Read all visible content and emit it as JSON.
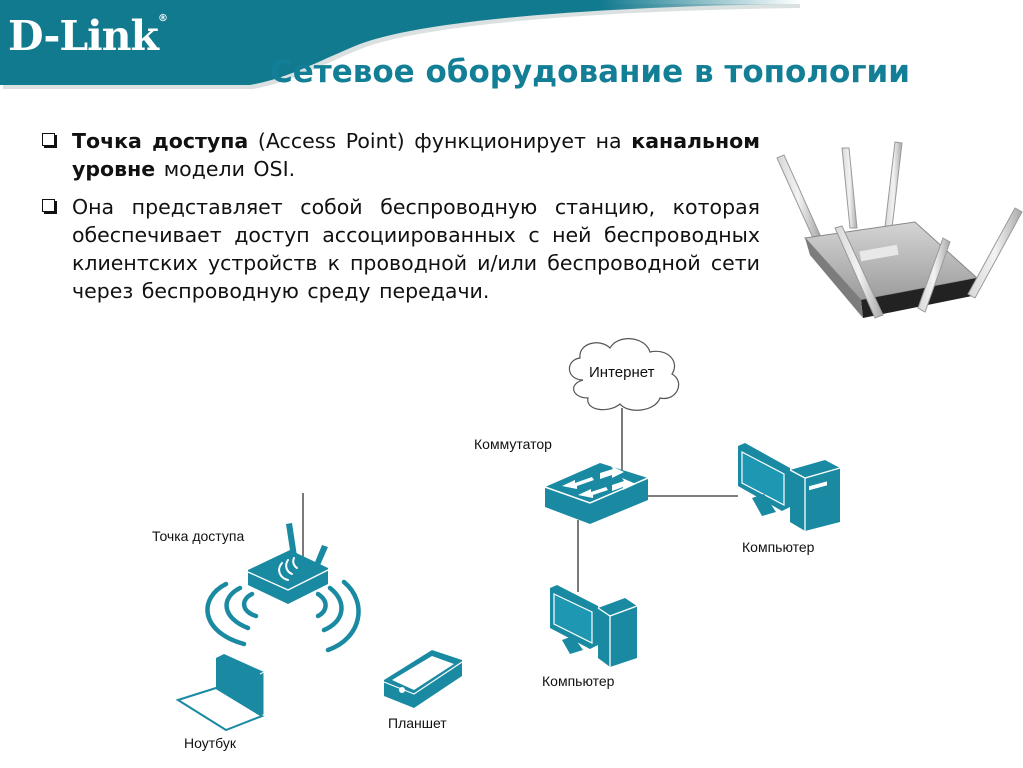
{
  "brand": {
    "logo_text": "D-Link",
    "registered_mark": "®",
    "accent_color": "#137f97",
    "banner_color": "#127a8e"
  },
  "slide": {
    "title": "Сетевое оборудование в топологии",
    "bullets": [
      {
        "parts": [
          {
            "text": "Точка доступа",
            "bold": true
          },
          {
            "text": " (Access Point) функционирует на ",
            "bold": false
          },
          {
            "text": "канальном уровне",
            "bold": true
          },
          {
            "text": " модели OSI.",
            "bold": false
          }
        ]
      },
      {
        "parts": [
          {
            "text": "Она представляет собой беспроводную станцию, которая обеспечивает доступ ассоциированных с ней беспроводных клиентских устройств к проводной и/или беспроводной сети через беспроводную среду передачи.",
            "bold": false
          }
        ]
      }
    ]
  },
  "photo": {
    "name": "access-point-photo",
    "antenna_count": 6
  },
  "diagram": {
    "nodes": [
      {
        "id": "internet",
        "label": "Интернет",
        "icon": "cloud-icon"
      },
      {
        "id": "switch",
        "label": "Коммутатор",
        "icon": "switch-icon"
      },
      {
        "id": "pc1",
        "label": "Компьютер",
        "icon": "computer-icon"
      },
      {
        "id": "pc2",
        "label": "Компьютер",
        "icon": "computer-icon"
      },
      {
        "id": "ap",
        "label": "Точка доступа",
        "icon": "access-point-icon"
      },
      {
        "id": "laptop",
        "label": "Ноутбук",
        "icon": "laptop-icon"
      },
      {
        "id": "tablet",
        "label": "Планшет",
        "icon": "tablet-icon"
      }
    ],
    "links": [
      {
        "from": "internet",
        "to": "switch",
        "type": "wired"
      },
      {
        "from": "switch",
        "to": "pc1",
        "type": "wired"
      },
      {
        "from": "switch",
        "to": "pc2",
        "type": "wired"
      },
      {
        "from": "ap",
        "to": "laptop",
        "type": "wireless"
      },
      {
        "from": "ap",
        "to": "tablet",
        "type": "wireless"
      }
    ],
    "device_color": "#1a8aa3"
  }
}
